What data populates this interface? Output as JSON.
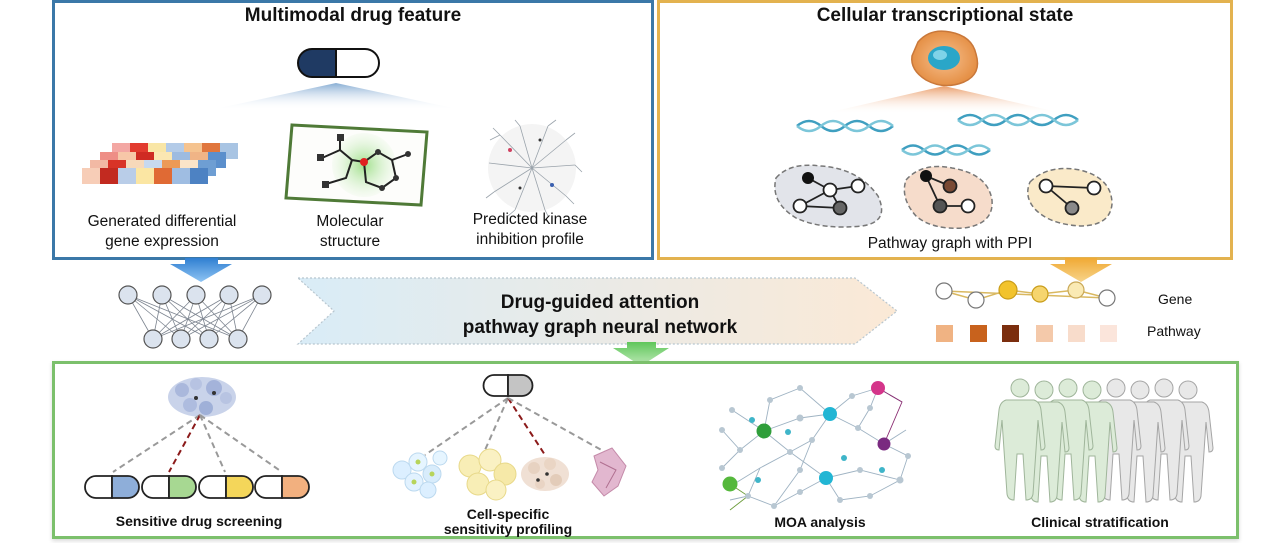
{
  "drug_panel": {
    "title": "Multimodal drug feature",
    "items": [
      {
        "label_line1": "Generated differential",
        "label_line2": "gene expression"
      },
      {
        "label_line1": "Molecular",
        "label_line2": "structure"
      },
      {
        "label_line1": "Predicted kinase",
        "label_line2": "inhibition profile"
      }
    ]
  },
  "cell_panel": {
    "title": "Cellular transcriptional state",
    "caption": "Pathway graph with PPI"
  },
  "model": {
    "title_line1": "Drug-guided attention",
    "title_line2": "pathway graph neural network"
  },
  "legend": {
    "gene_label": "Gene",
    "pathway_label": "Pathway"
  },
  "applications": [
    {
      "label_line1": "Sensitive drug screening",
      "label_line2": ""
    },
    {
      "label_line1": "Cell-specific",
      "label_line2": "sensitivity profiling"
    },
    {
      "label_line1": "MOA analysis",
      "label_line2": ""
    },
    {
      "label_line1": "Clinical stratification",
      "label_line2": ""
    }
  ],
  "colors": {
    "drug_border": "#3b78a8",
    "cell_border": "#e3b24f",
    "app_border": "#7cc06c",
    "capsule_navy": "#1f3a63"
  }
}
